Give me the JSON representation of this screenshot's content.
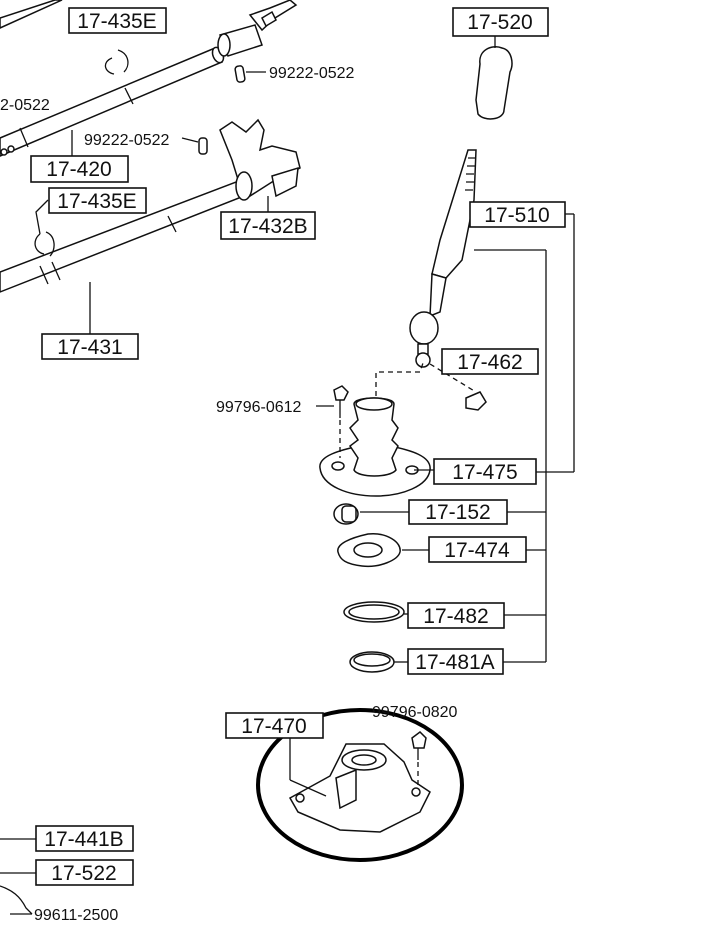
{
  "diagram": {
    "labels": {
      "p17_435E_top": "17-435E",
      "p17_520": "17-520",
      "p99222_0522_a": "99222-0522",
      "p_0522_cut": "2-0522",
      "p99222_0522_b": "99222-0522",
      "p17_420": "17-420",
      "p17_435E_mid": "17-435E",
      "p17_432B": "17-432B",
      "p17_510": "17-510",
      "p17_431": "17-431",
      "p17_462": "17-462",
      "p99796_0612": "99796-0612",
      "p17_475": "17-475",
      "p17_152": "17-152",
      "p17_474": "17-474",
      "p17_482": "17-482",
      "p17_481A": "17-481A",
      "p99796_0820": "99796-0820",
      "p17_470": "17-470",
      "p17_441B": "17-441B",
      "p17_522": "17-522",
      "p99611_2500": "99611-2500"
    },
    "highlight_color": "#000000"
  }
}
